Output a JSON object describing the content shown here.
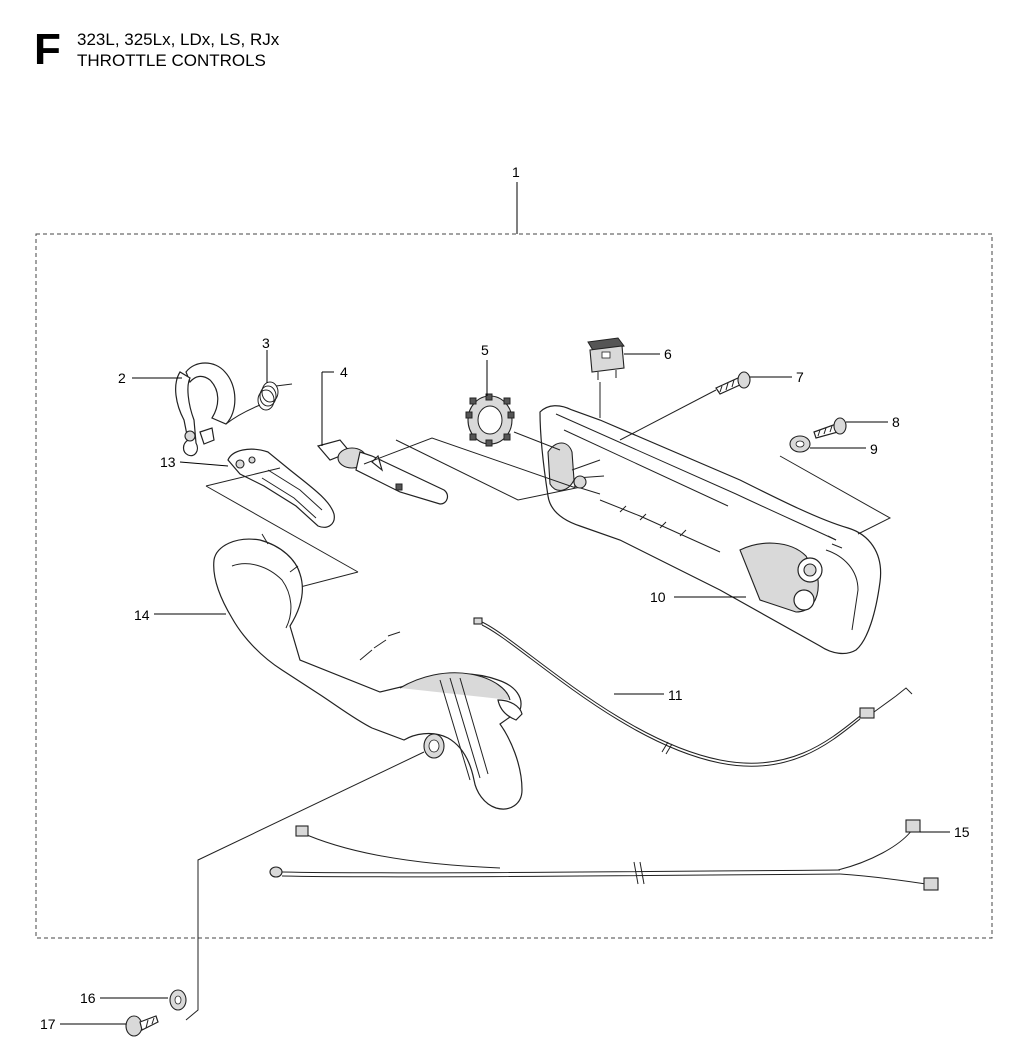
{
  "header": {
    "section_letter": "F",
    "models": "323L, 325Lx, LDx, LS, RJx",
    "section_title": "THROTTLE CONTROLS"
  },
  "callouts": {
    "c1": "1",
    "c2": "2",
    "c3": "3",
    "c4": "4",
    "c5": "5",
    "c6": "6",
    "c7": "7",
    "c8": "8",
    "c9": "9",
    "c10": "10",
    "c11": "11",
    "c13": "13",
    "c14": "14",
    "c15": "15",
    "c16": "16",
    "c17": "17"
  }
}
